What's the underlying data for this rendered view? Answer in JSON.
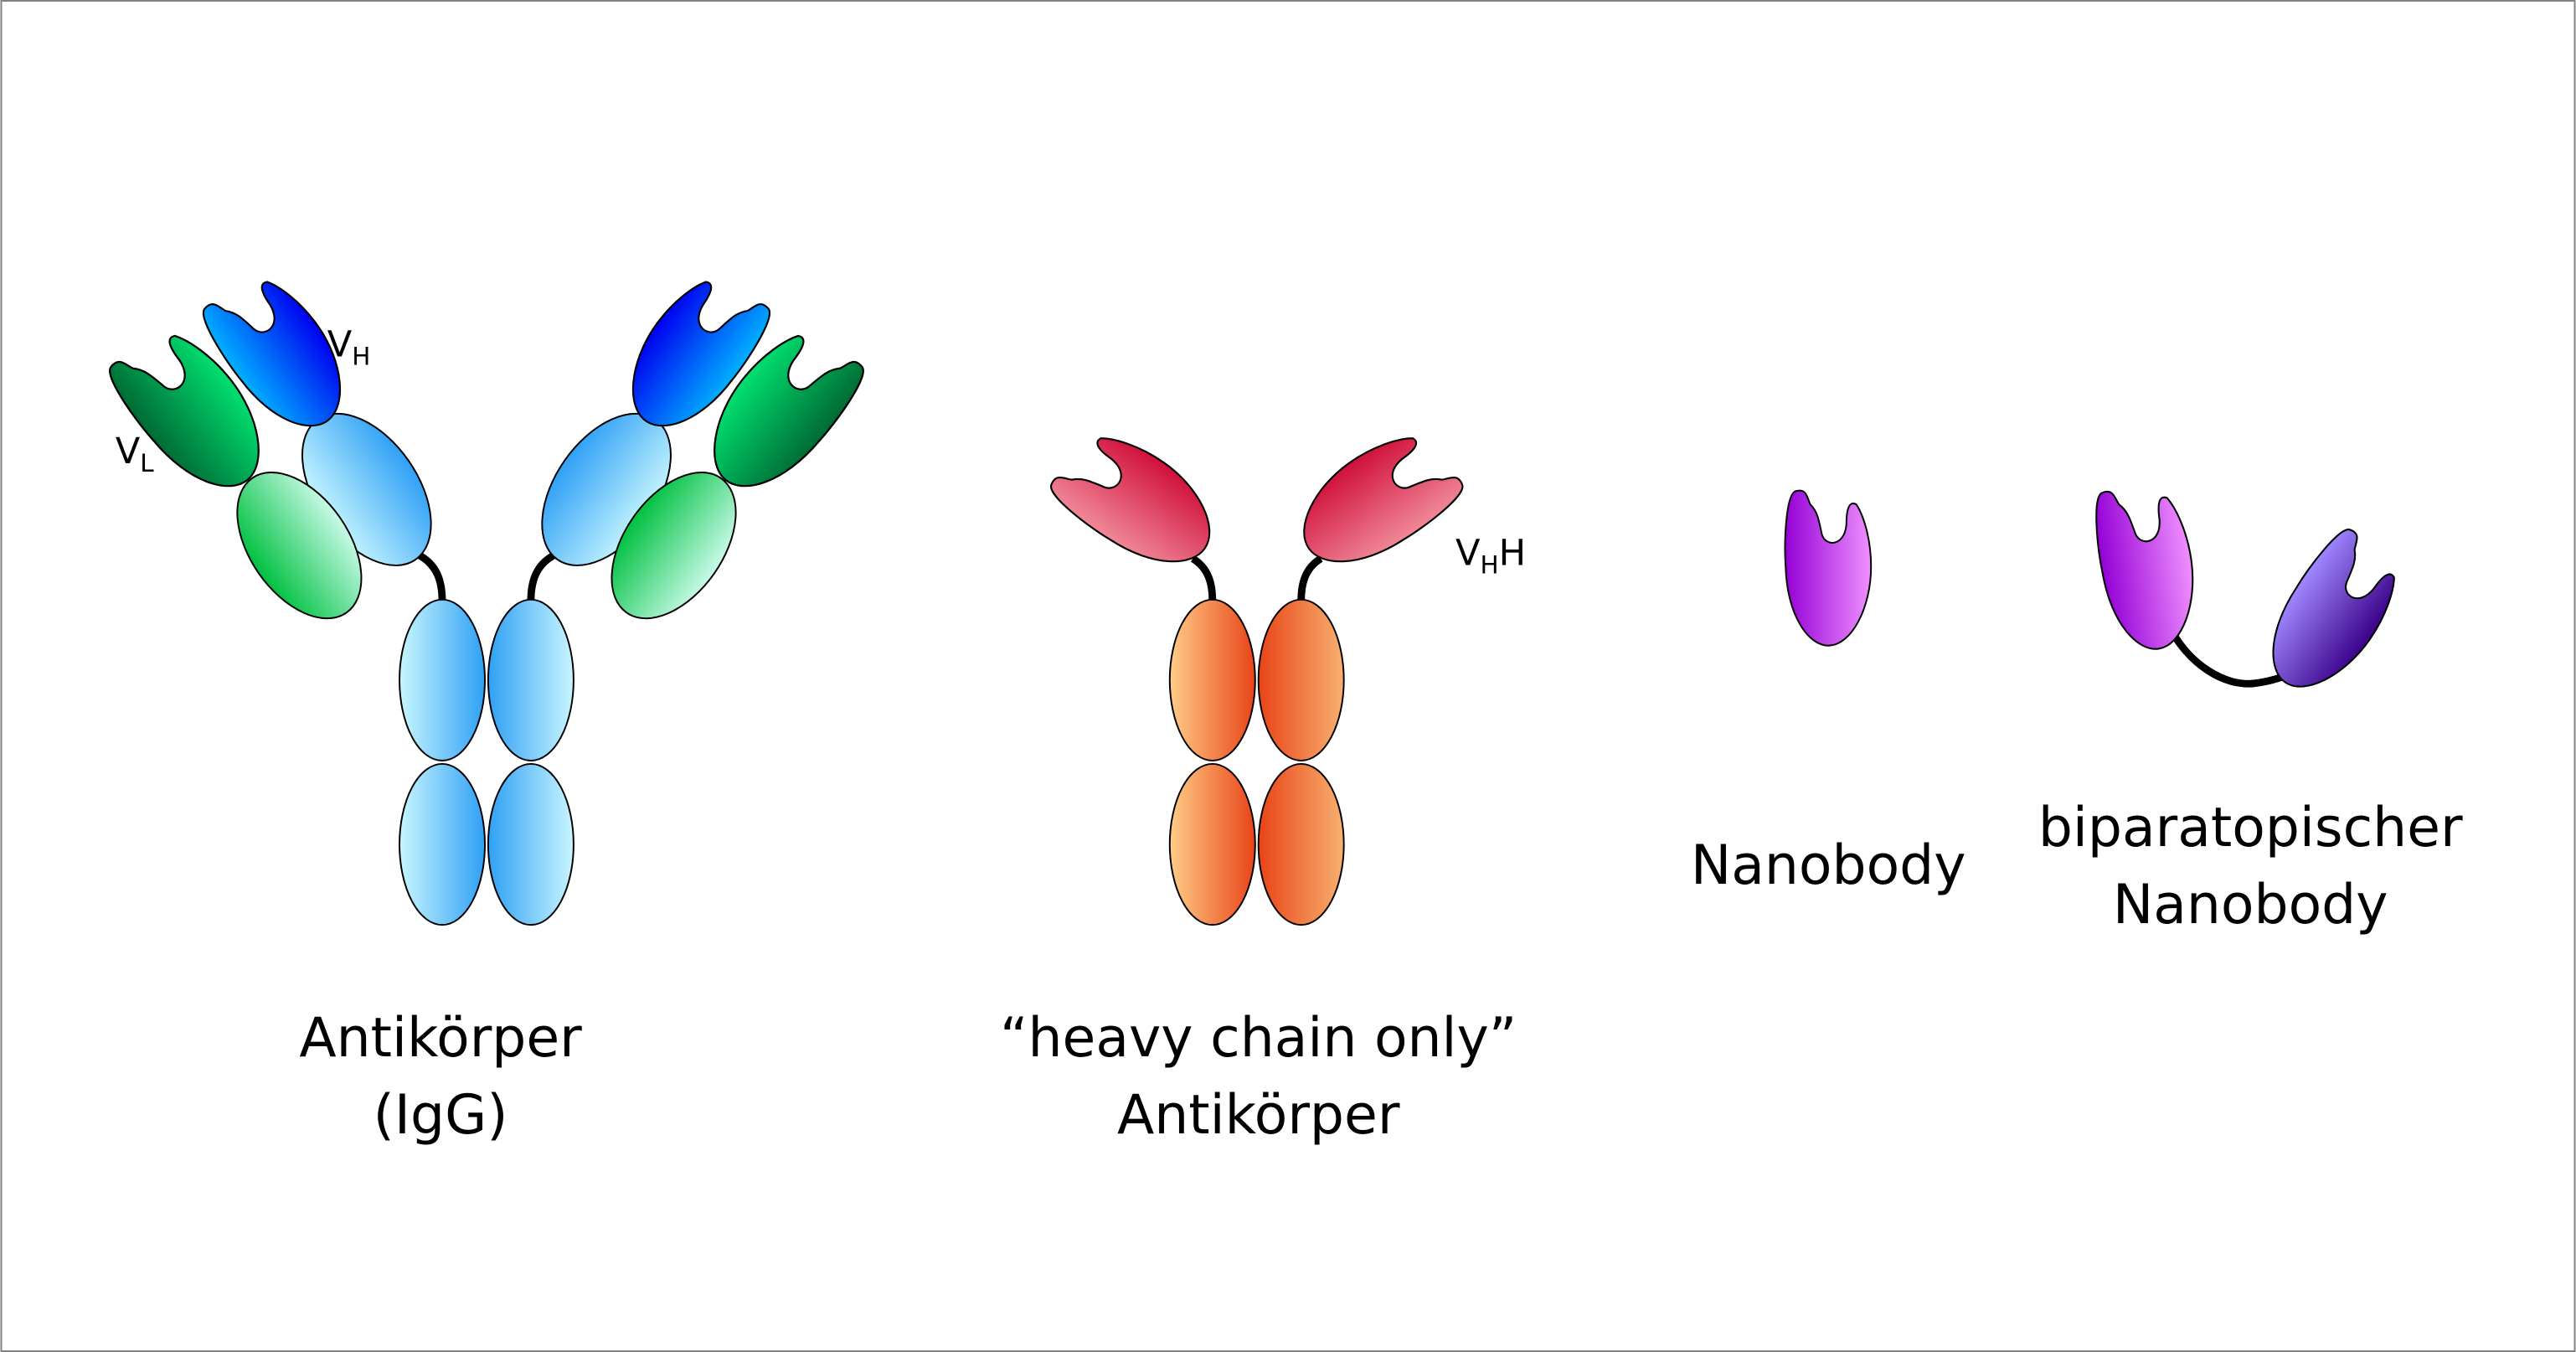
{
  "labels": {
    "igg_line1": "Antikörper",
    "igg_line2": "(IgG)",
    "hcab_line1": "“heavy chain only”",
    "hcab_line2": "Antikörper",
    "nanobody": "Nanobody",
    "biparatopic_line1": "biparatopischer",
    "biparatopic_line2": "Nanobody"
  },
  "domain_labels": {
    "vh_main": "V",
    "vh_sub": "H",
    "vl_main": "V",
    "vl_sub": "L",
    "vhh_main": "V",
    "vhh_sub": "H",
    "vhh_suffix": "H"
  },
  "colors": {
    "heavy_constant": "#3aa8f5",
    "light_constant": "#00c040",
    "vh": "#0010f0",
    "vl": "#007038",
    "hcab_fc": "#e84a1e",
    "vhh": "#d0143c",
    "nanobody": "#9a00d8",
    "nanobody2": "#4a0a98",
    "border": "#808080"
  }
}
